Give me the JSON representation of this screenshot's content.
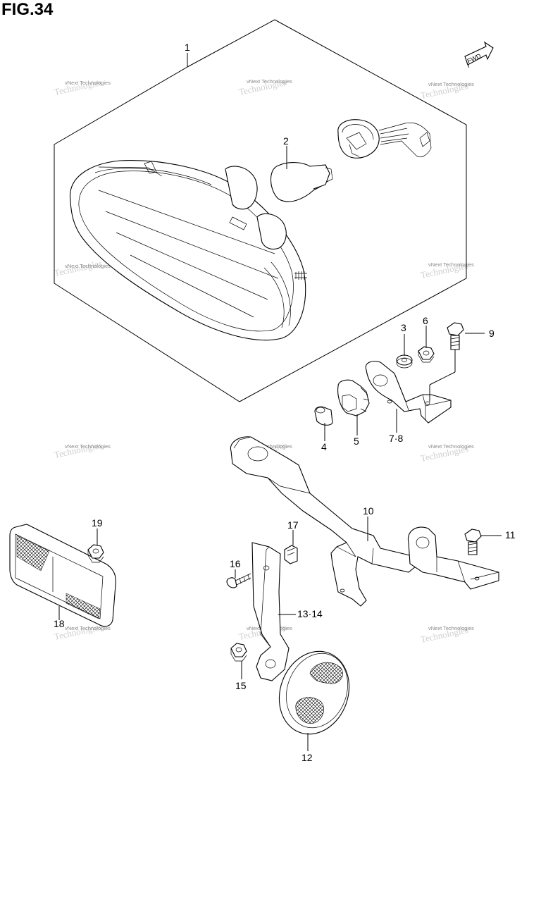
{
  "figure": {
    "title": "FIG.34"
  },
  "direction_arrow": {
    "label": "FWD"
  },
  "watermark": {
    "text": "vNext Technologies"
  },
  "parts": [
    {
      "id": "1",
      "label": "1"
    },
    {
      "id": "2",
      "label": "2"
    },
    {
      "id": "3",
      "label": "3"
    },
    {
      "id": "4",
      "label": "4"
    },
    {
      "id": "5",
      "label": "5"
    },
    {
      "id": "6",
      "label": "6"
    },
    {
      "id": "7-8",
      "label": "7·8"
    },
    {
      "id": "9",
      "label": "9"
    },
    {
      "id": "10",
      "label": "10"
    },
    {
      "id": "11",
      "label": "11"
    },
    {
      "id": "12",
      "label": "12"
    },
    {
      "id": "13-14",
      "label": "13·14"
    },
    {
      "id": "15",
      "label": "15"
    },
    {
      "id": "16",
      "label": "16"
    },
    {
      "id": "17",
      "label": "17"
    },
    {
      "id": "18",
      "label": "18"
    },
    {
      "id": "19",
      "label": "19"
    }
  ]
}
